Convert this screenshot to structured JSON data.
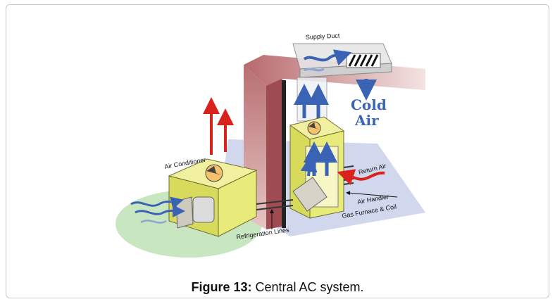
{
  "figure": {
    "labels": {
      "supply_duct": "Supply Duct",
      "cold": "Cold",
      "air": "Air",
      "air_conditioner": "Air Conditioner",
      "return_air": "Return Air",
      "air_handler": "Air Handler",
      "gas_furnace_coil": "Gas Furnace & Coil",
      "refrigeration_lines": "Refrigeration Lines"
    },
    "colors": {
      "unit_yellow": "#e8ea7a",
      "wall_red": "#c98a8a",
      "floor_blue": "#c9d0ea",
      "ground_green": "#c8e6c0",
      "hot_arrow": "#d9221c",
      "cold_arrow": "#3a62b5"
    }
  },
  "caption": {
    "label": "Figure 13:",
    "text": "Central AC system."
  }
}
